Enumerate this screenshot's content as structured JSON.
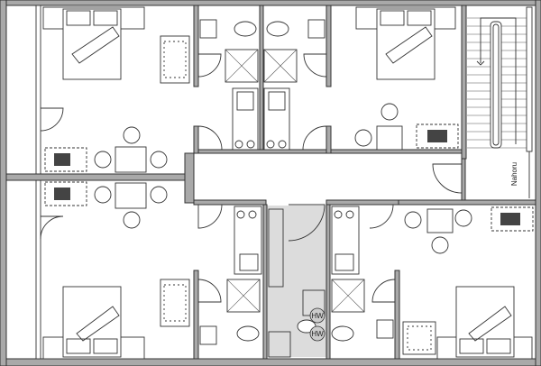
{
  "plan": {
    "stair_label": "Nahoru",
    "laundry_labels": [
      "HW",
      "HW"
    ],
    "colors": {
      "wall": "#a9a9a9",
      "laundry_fill": "#d9d9d9",
      "line": "#333333"
    }
  }
}
